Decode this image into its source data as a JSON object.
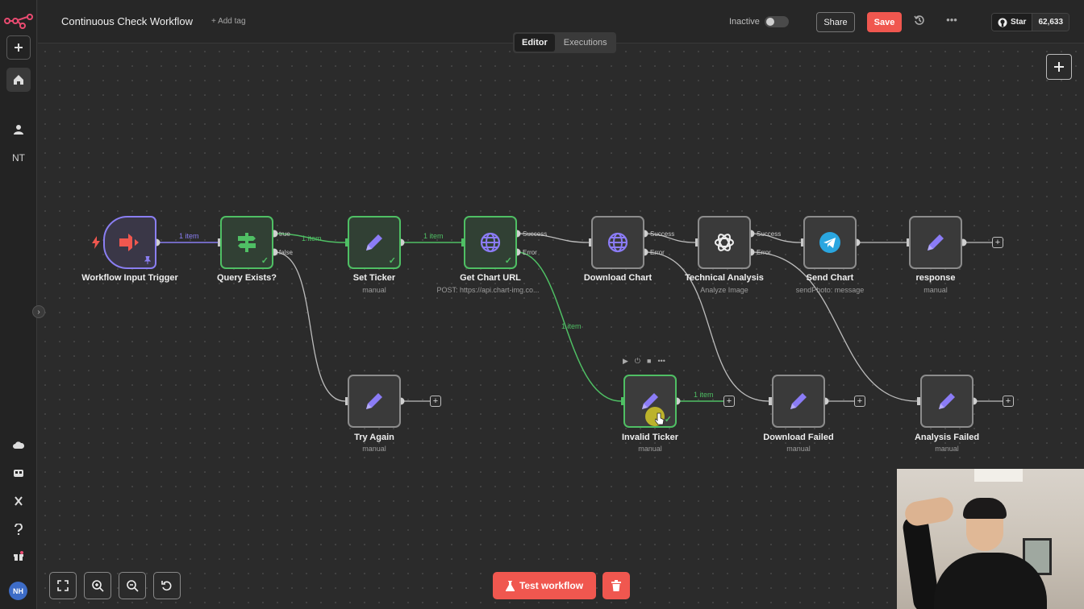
{
  "app": {
    "logo_icon": "n8n-logo-icon"
  },
  "sidebar": {
    "items": [
      {
        "name": "add",
        "icon": "plus-icon"
      },
      {
        "name": "home",
        "icon": "home-icon"
      },
      {
        "name": "personal",
        "icon": "user-icon"
      },
      {
        "name": "project",
        "label": "NT"
      },
      {
        "name": "cloud",
        "icon": "cloud-icon"
      },
      {
        "name": "templates",
        "icon": "box-icon"
      },
      {
        "name": "variables",
        "icon": "variables-icon"
      },
      {
        "name": "help",
        "icon": "help-icon"
      },
      {
        "name": "whats-new",
        "icon": "gift-icon"
      }
    ],
    "avatar": "NH"
  },
  "header": {
    "title": "Continuous Check Workflow",
    "add_tag": "+ Add tag",
    "status": "Inactive",
    "share": "Share",
    "save": "Save",
    "github_star": "Star",
    "github_count": "62,633"
  },
  "tabs": [
    {
      "label": "Editor",
      "active": true
    },
    {
      "label": "Executions",
      "active": false
    }
  ],
  "nodes": [
    {
      "id": "trigger",
      "label": "Workflow Input Trigger",
      "sub": ""
    },
    {
      "id": "query",
      "label": "Query Exists?",
      "sub": ""
    },
    {
      "id": "setticker",
      "label": "Set Ticker",
      "sub": "manual"
    },
    {
      "id": "getchart",
      "label": "Get Chart URL",
      "sub": "POST: https://api.chart-img.co..."
    },
    {
      "id": "download",
      "label": "Download Chart",
      "sub": ""
    },
    {
      "id": "analysis",
      "label": "Technical Analysis",
      "sub": "Analyze Image"
    },
    {
      "id": "send",
      "label": "Send Chart",
      "sub": "sendPhoto: message"
    },
    {
      "id": "response",
      "label": "response",
      "sub": "manual"
    },
    {
      "id": "tryagain",
      "label": "Try Again",
      "sub": "manual"
    },
    {
      "id": "invalid",
      "label": "Invalid Ticker",
      "sub": "manual"
    },
    {
      "id": "dlfailed",
      "label": "Download Failed",
      "sub": "manual"
    },
    {
      "id": "anfailed",
      "label": "Analysis Failed",
      "sub": "manual"
    }
  ],
  "edge_labels": {
    "trigger_query": "1 item",
    "query_set": "1 item",
    "set_get": "1 item",
    "get_invalid": "1 item",
    "invalid_out": "1 item"
  },
  "handle_labels": {
    "true": "true",
    "false": "false",
    "success": "Success",
    "error": "Error"
  },
  "footer": {
    "test_workflow": "Test workflow"
  },
  "colors": {
    "accent": "#f0574f",
    "success": "#4fbf64",
    "trigger": "#8a7ef2",
    "edit_icon": "#8b7cf6",
    "telegram": "#2aa6e0"
  }
}
